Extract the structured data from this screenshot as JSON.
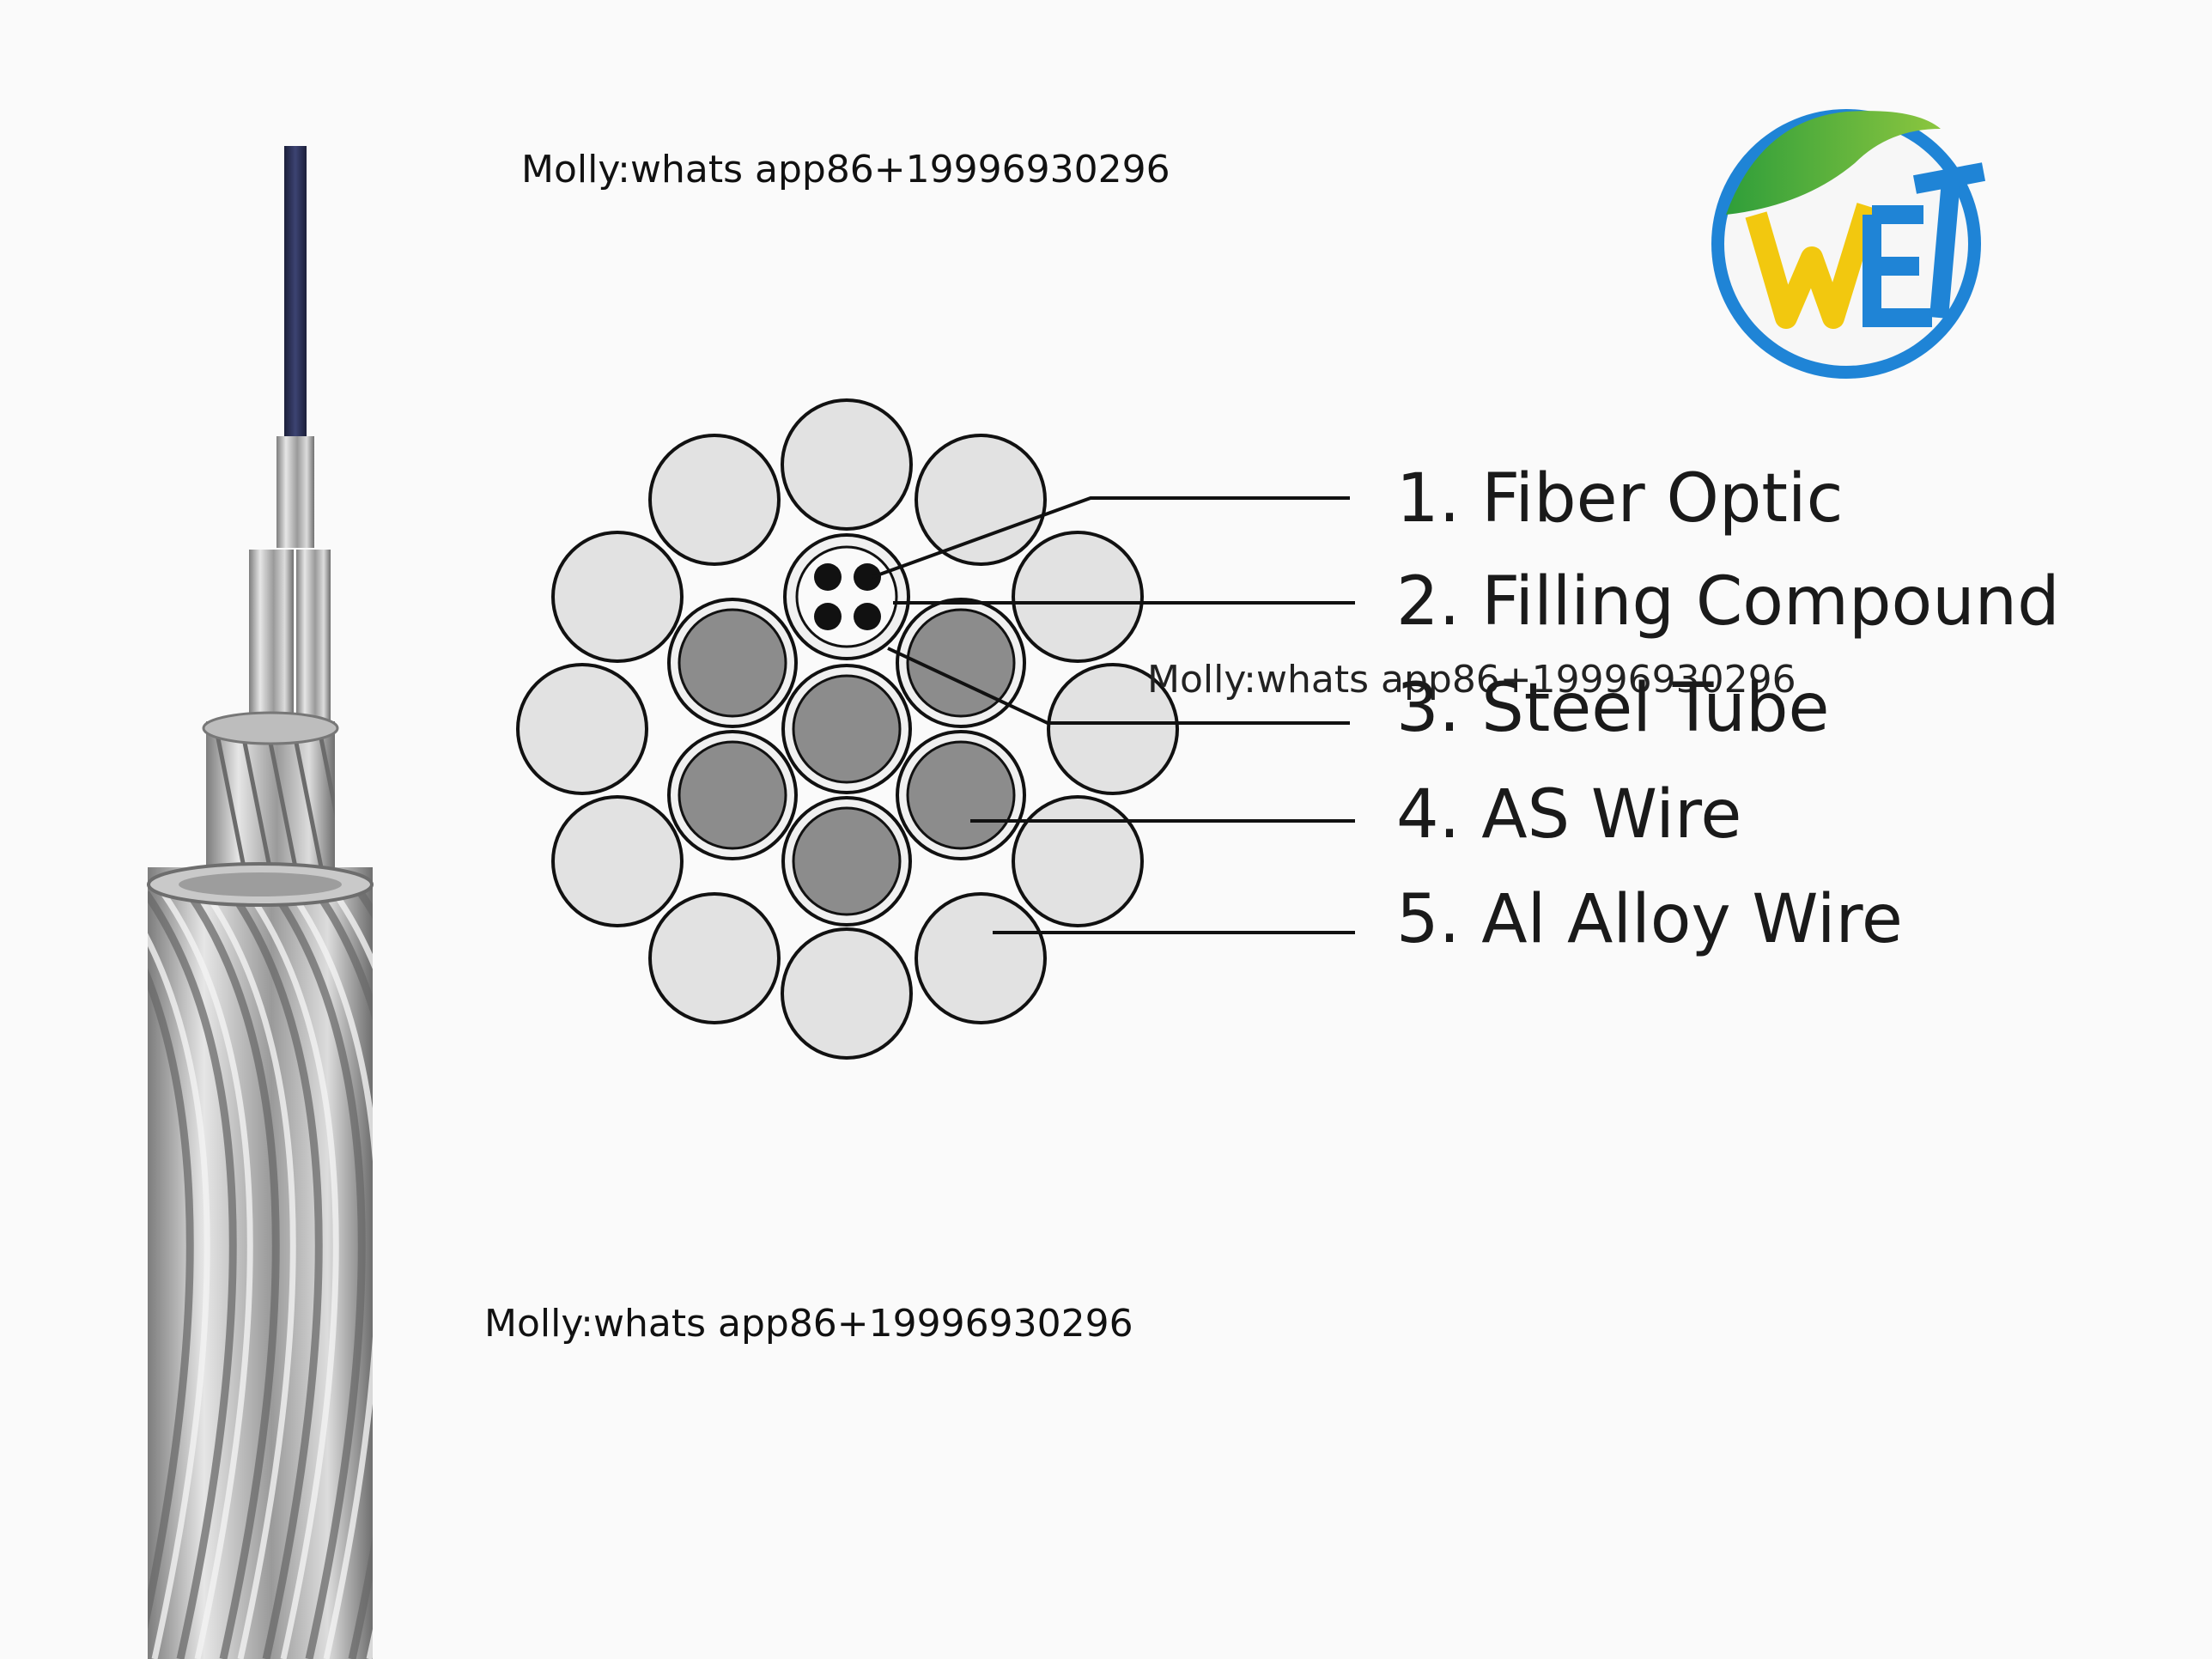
{
  "contact": {
    "line1": "Molly:whats app86+19996930296",
    "line2": "Molly:whats app86+19996930296",
    "line3": "Molly:whats app86+19996930296"
  },
  "legend": [
    {
      "label": "1. Fiber Optic"
    },
    {
      "label": "2. Filling Compound"
    },
    {
      "label": "3. Steel Tube"
    },
    {
      "label": "4. AS Wire"
    },
    {
      "label": "5. Al Alloy Wire"
    }
  ],
  "logo": {
    "text": "WET"
  },
  "colors": {
    "al_alloy_wire": "#e2e2e2",
    "as_wire": "#8c8c8c",
    "fiber": "#111111",
    "logo_blue": "#1f84d6",
    "logo_green": "#3aa83a",
    "logo_yellow": "#f2c80f"
  }
}
